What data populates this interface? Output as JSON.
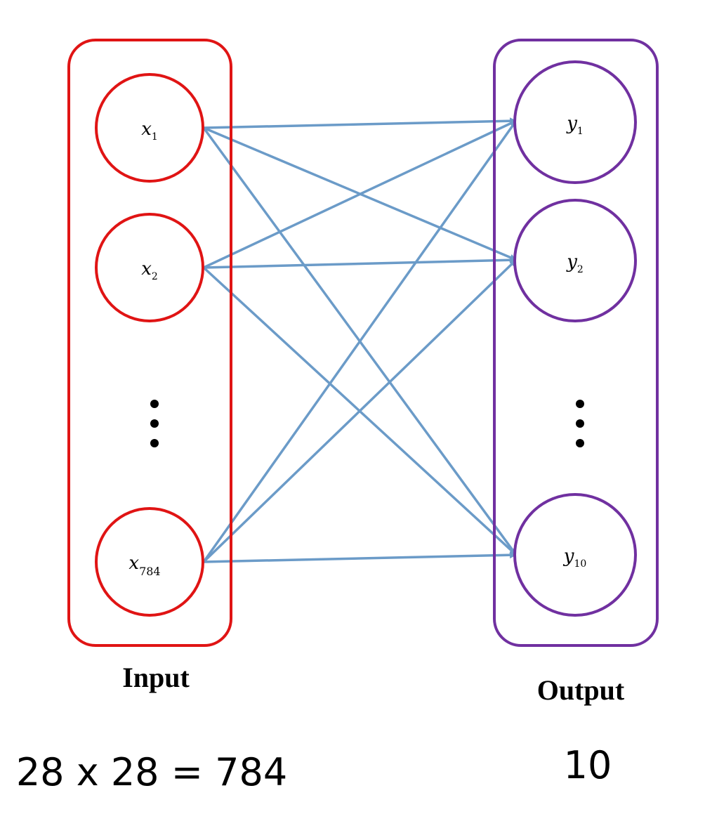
{
  "layers": {
    "input": {
      "label": "Input",
      "size_text": "28 x 28 = 784",
      "color": "#e01414",
      "nodes": [
        {
          "id": "x1",
          "var": "x",
          "sub": "1"
        },
        {
          "id": "x2",
          "var": "x",
          "sub": "2"
        },
        {
          "id": "x784",
          "var": "x",
          "sub": "784"
        }
      ]
    },
    "output": {
      "label": "Output",
      "size_text": "10",
      "color": "#7030a0",
      "nodes": [
        {
          "id": "y1",
          "var": "y",
          "sub": "1"
        },
        {
          "id": "y2",
          "var": "y",
          "sub": "2"
        },
        {
          "id": "y10",
          "var": "y",
          "sub": "10"
        }
      ]
    }
  },
  "connection_color": "#6b9bc8",
  "connections": [
    [
      "x1",
      "y1"
    ],
    [
      "x1",
      "y2"
    ],
    [
      "x1",
      "y10"
    ],
    [
      "x2",
      "y1"
    ],
    [
      "x2",
      "y2"
    ],
    [
      "x2",
      "y10"
    ],
    [
      "x784",
      "y1"
    ],
    [
      "x784",
      "y2"
    ],
    [
      "x784",
      "y10"
    ]
  ]
}
